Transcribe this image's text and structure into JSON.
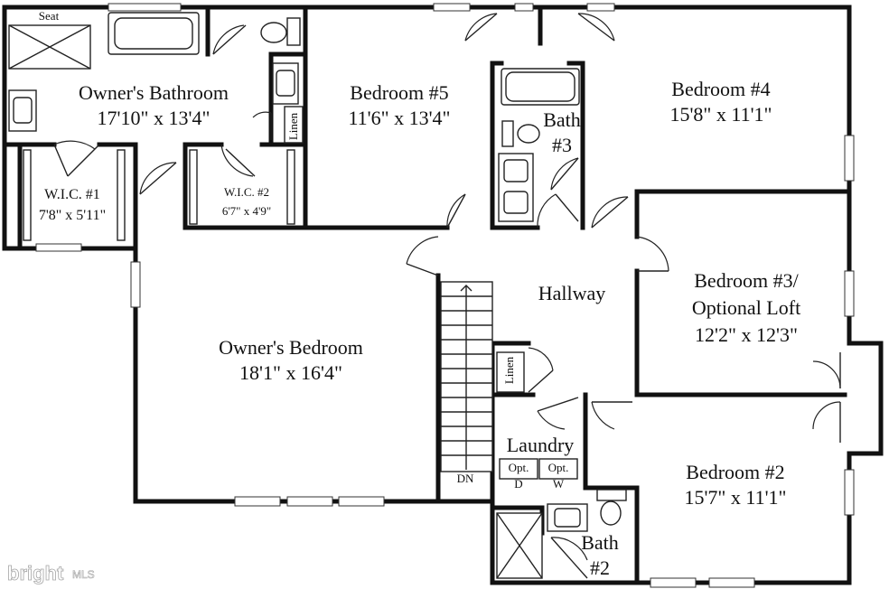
{
  "rooms": {
    "seat": "Seat",
    "owners_bath_name": "Owner's Bathroom",
    "owners_bath_dim": "17'10\" x 13'4\"",
    "bed5_name": "Bedroom #5",
    "bed5_dim": "11'6\" x 13'4\"",
    "bath3_line1": "Bath",
    "bath3_line2": "#3",
    "bed4_name": "Bedroom #4",
    "bed4_dim": "15'8\" x 11'1\"",
    "wic1_name": "W.I.C. #1",
    "wic1_dim": "7'8\" x 5'11\"",
    "wic2_name": "W.I.C. #2",
    "wic2_dim": "6'7\" x 4'9\"",
    "linen_top": "Linen",
    "hallway": "Hallway",
    "bed3_line1": "Bedroom #3/",
    "bed3_line2": "Optional Loft",
    "bed3_dim": "12'2\" x 12'3\"",
    "owners_bed_name": "Owner's Bedroom",
    "owners_bed_dim": "18'1\" x 16'4\"",
    "linen_mid": "Linen",
    "laundry": "Laundry",
    "opt_d_1": "Opt.",
    "opt_d_2": "D",
    "opt_w_1": "Opt.",
    "opt_w_2": "W",
    "stair_dn": "DN",
    "bed2_name": "Bedroom #2",
    "bed2_dim": "15'7\" x 11'1\"",
    "bath2_line1": "Bath",
    "bath2_line2": "#2"
  },
  "watermark": {
    "brand": "bright",
    "suffix": "MLS"
  }
}
